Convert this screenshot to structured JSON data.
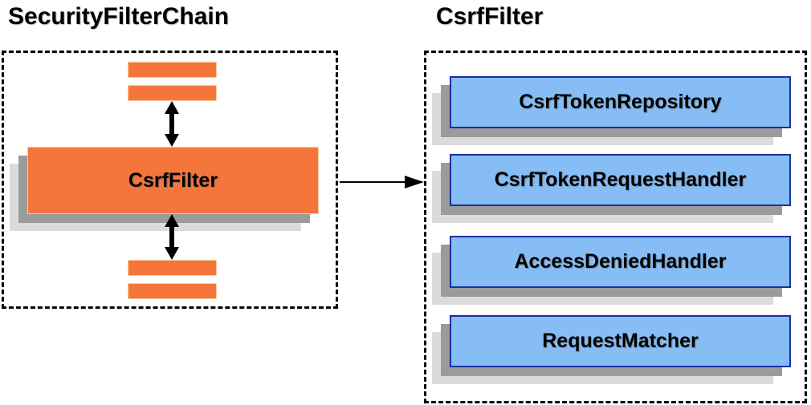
{
  "diagram": {
    "left": {
      "title": "SecurityFilterChain",
      "csrf_filter_label": "CsrfFilter"
    },
    "right": {
      "title": "CsrfFilter",
      "components": [
        {
          "label": "CsrfTokenRepository"
        },
        {
          "label": "CsrfTokenRequestHandler"
        },
        {
          "label": "AccessDeniedHandler"
        },
        {
          "label": "RequestMatcher"
        }
      ]
    },
    "colors": {
      "orange_fill": "#F4763B",
      "orange_border": "#FACBA4",
      "blue_fill": "#86BDF4",
      "blue_border": "#1C2F9E",
      "shadow_dark": "#9B9B9B",
      "shadow_light": "#DBDBDB",
      "dashed_border": "#000000",
      "text": "#000000"
    }
  }
}
